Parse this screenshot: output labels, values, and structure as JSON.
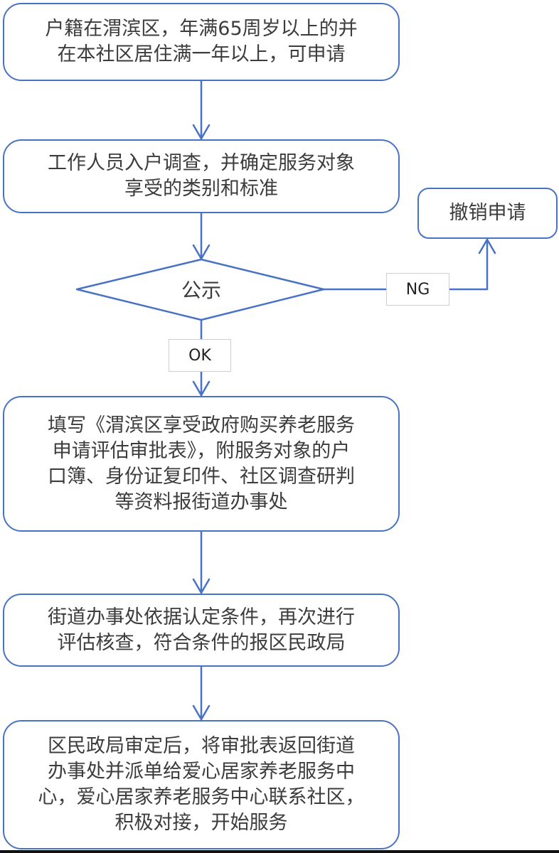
{
  "diagram": {
    "type": "flowchart",
    "colors": {
      "stroke": "#4a72c4",
      "text": "#3c3c3c",
      "label_border": "#cfcfcf"
    },
    "nodes": {
      "eligibility": {
        "text": "户籍在渭滨区，年满65周岁以上的并\n在本社区居住满一年以上，可申请"
      },
      "home_visit": {
        "text": "工作人员入户调查，并确定服务对象\n享受的类别和标准"
      },
      "publicity": {
        "text": "公示"
      },
      "withdraw": {
        "text": "撤销申请"
      },
      "submit_form": {
        "text": "填写《渭滨区享受政府购买养老服务\n申请评估审批表》，附服务对象的户\n口簿、身份证复印件、社区调查研判\n等资料报街道办事处"
      },
      "street_review": {
        "text": "街道办事处依据认定条件，再次进行\n评估核查，符合条件的报区民政局"
      },
      "civil_affairs": {
        "text": "区民政局审定后，将审批表返回街道\n办事处并派单给爱心居家养老服务中\n心，爱心居家养老服务中心联系社区，\n积极对接，开始服务"
      }
    },
    "edge_labels": {
      "ng": "NG",
      "ok": "OK"
    },
    "edges": [
      {
        "from": "eligibility",
        "to": "home_visit"
      },
      {
        "from": "home_visit",
        "to": "publicity"
      },
      {
        "from": "publicity",
        "to": "withdraw",
        "label": "NG"
      },
      {
        "from": "publicity",
        "to": "submit_form",
        "label": "OK"
      },
      {
        "from": "submit_form",
        "to": "street_review"
      },
      {
        "from": "street_review",
        "to": "civil_affairs"
      }
    ]
  }
}
